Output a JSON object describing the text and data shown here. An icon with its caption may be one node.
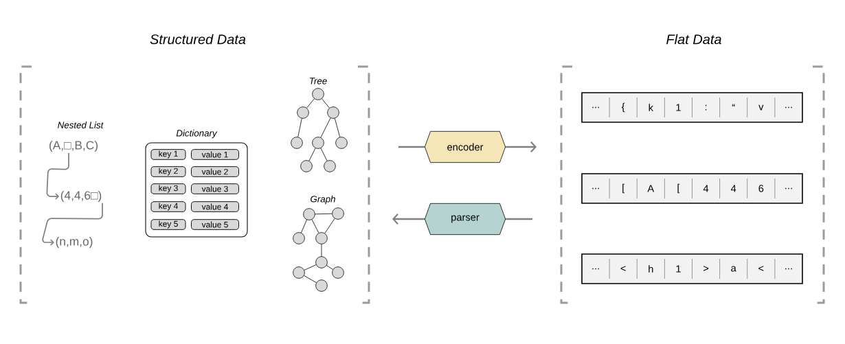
{
  "diagram": {
    "nodes": [
      {
        "text": [
          "Structured Data"
        ]
      },
      {
        "text": [
          "(A,□,B,C)"
        ],
        "in": 0
      },
      {
        "text": [
          "(4,4,6□)"
        ],
        "in": 0
      },
      {
        "text": [
          "(n,m,o)"
        ],
        "in": 0
      },
      {
        "text": [
          "Dictionary"
        ],
        "in": 0
      },
      {
        "text": [
          "key 1"
        ],
        "in": 4
      },
      {
        "text": [
          "value 1"
        ],
        "in": 4
      },
      {
        "text": [
          "key 2"
        ],
        "in": 4
      },
      {
        "text": [
          "value 2"
        ],
        "in": 4
      },
      {
        "text": [
          "key 3"
        ],
        "in": 4
      },
      {
        "text": [
          "value 3"
        ],
        "in": 4
      },
      {
        "text": [
          "key 4"
        ],
        "in": 4
      },
      {
        "text": [
          "value 4"
        ],
        "in": 4
      },
      {
        "text": [
          "key 5"
        ],
        "in": 4
      },
      {
        "text": [
          "value 5"
        ],
        "in": 4
      },
      {
        "text": [],
        "shape": "circle",
        "in": 0
      },
      {
        "text": [],
        "shape": "circle",
        "in": 0
      },
      {
        "text": [],
        "shape": "circle",
        "in": 0
      },
      {
        "text": [],
        "shape": "circle",
        "in": 0
      },
      {
        "text": [],
        "shape": "circle",
        "in": 0
      },
      {
        "text": [],
        "shape": "circle",
        "in": 0
      },
      {
        "text": [],
        "shape": "circle",
        "in": 0
      },
      {
        "text": [],
        "shape": "circle",
        "in": 0
      },
      {
        "text": [],
        "shape": "circle",
        "in": 0
      },
      {
        "text": [],
        "shape": "circle",
        "in": 0
      },
      {
        "text": [],
        "shape": "circle",
        "in": 0
      },
      {
        "text": [],
        "shape": "circle",
        "in": 0
      },
      {
        "text": [],
        "shape": "circle",
        "in": 0
      },
      {
        "text": [],
        "shape": "circle",
        "in": 0
      },
      {
        "text": [],
        "shape": "circle",
        "in": 0
      },
      {
        "text": [],
        "shape": "circle",
        "in": 0
      },
      {
        "text": [
          "encoder"
        ]
      },
      {
        "text": [
          "parser"
        ]
      },
      {
        "text": [
          "Flat Data"
        ]
      },
      {
        "text": [
          "...",
          "{",
          "k",
          "1",
          ":",
          "“",
          "v",
          "..."
        ],
        "in": 33
      },
      {
        "text": [
          "...",
          "[",
          "A",
          "[",
          "4",
          "4",
          "6",
          "..."
        ],
        "in": 33
      },
      {
        "text": [
          "...",
          "<",
          "h",
          "1",
          ">",
          "a",
          "<",
          "..."
        ],
        "in": 33
      }
    ],
    "edges": [
      {
        "from": 1,
        "to": 2,
        "arrow": "to",
        "color": "#7f7f7f"
      },
      {
        "from": 2,
        "to": 3,
        "arrow": "to",
        "color": "#7f7f7f"
      },
      {
        "from": 15,
        "to": 16,
        "arrow": "none"
      },
      {
        "from": 15,
        "to": 17,
        "arrow": "none"
      },
      {
        "from": 16,
        "to": 18,
        "arrow": "none"
      },
      {
        "from": 17,
        "to": 19,
        "arrow": "none"
      },
      {
        "from": 17,
        "to": 20,
        "arrow": "none"
      },
      {
        "from": 19,
        "to": 21,
        "arrow": "none"
      },
      {
        "from": 19,
        "to": 22,
        "arrow": "none"
      },
      {
        "from": 23,
        "to": 24,
        "arrow": "none"
      },
      {
        "from": 23,
        "to": 25,
        "arrow": "none"
      },
      {
        "from": 23,
        "to": 26,
        "arrow": "none"
      },
      {
        "from": 24,
        "to": 26,
        "arrow": "none"
      },
      {
        "from": 26,
        "to": 27,
        "arrow": "none"
      },
      {
        "from": 27,
        "to": 28,
        "arrow": "none"
      },
      {
        "from": 27,
        "to": 29,
        "arrow": "none"
      },
      {
        "from": 28,
        "to": 30,
        "arrow": "none"
      },
      {
        "from": null,
        "to": 31,
        "arrow": "none",
        "style": "thick",
        "color": "#7f7f7f"
      },
      {
        "from": 31,
        "to": null,
        "arrow": "to",
        "style": "thick",
        "color": "#7f7f7f"
      },
      {
        "from": null,
        "to": 32,
        "arrow": "none",
        "style": "thick",
        "color": "#7f7f7f"
      },
      {
        "from": 32,
        "to": null,
        "arrow": "to",
        "style": "thick",
        "color": "#7f7f7f"
      }
    ],
    "labels": [
      "Nested List",
      "Tree",
      "Graph"
    ]
  }
}
